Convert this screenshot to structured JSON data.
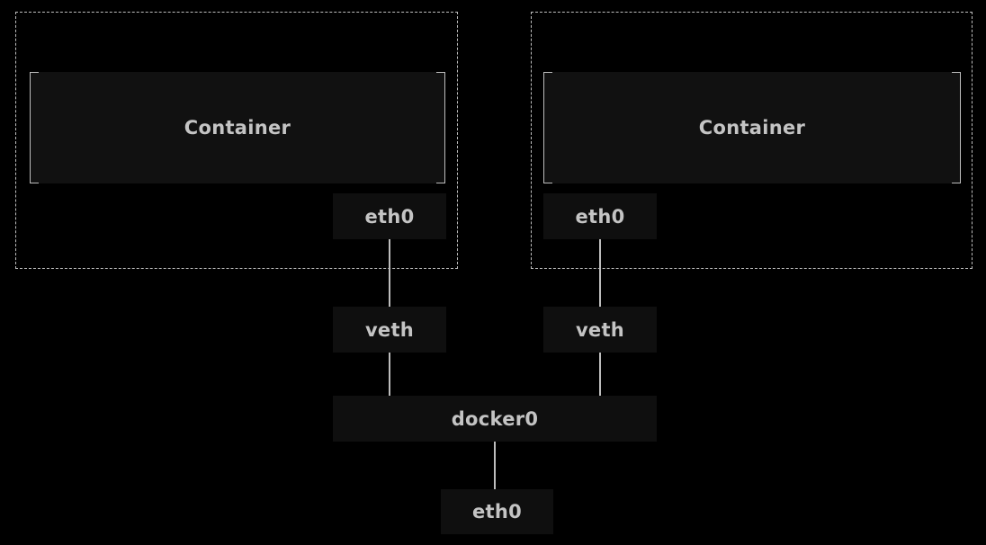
{
  "containers": [
    {
      "label": "Container",
      "iface": "eth0",
      "veth": "veth"
    },
    {
      "label": "Container",
      "iface": "eth0",
      "veth": "veth"
    }
  ],
  "bridge": {
    "label": "docker0"
  },
  "host": {
    "iface": "eth0"
  },
  "colors": {
    "background": "#000000",
    "box_fill": "#111111",
    "stroke": "#bdbdbd",
    "text": "#c4c4c4"
  }
}
